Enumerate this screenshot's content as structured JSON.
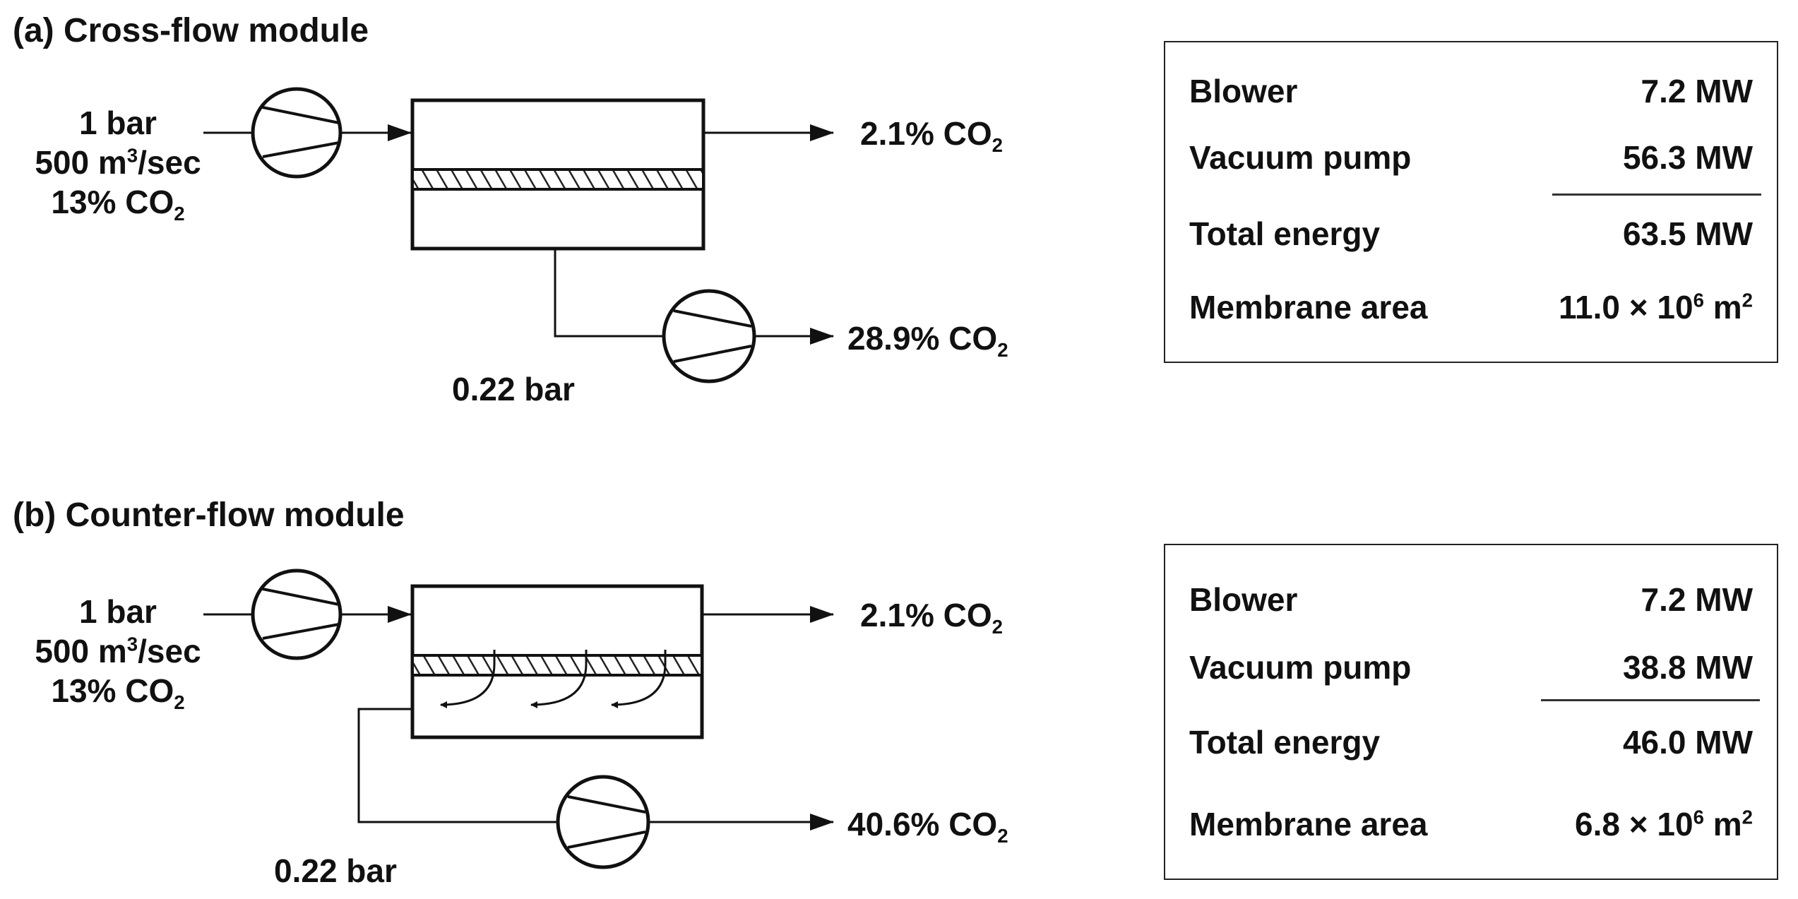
{
  "panels": [
    {
      "title": "(a)  Cross-flow module",
      "inlet": {
        "pressure": "1 bar",
        "flow_value": "500 m",
        "flow_sup": "3",
        "flow_unit": "/sec",
        "co2_value": "13% CO",
        "co2_sub": "2"
      },
      "retentate": {
        "value": "2.1% CO",
        "sub": "2"
      },
      "permeate": {
        "value": "28.9% CO",
        "sub": "2"
      },
      "vacuum_pressure": "0.22 bar",
      "table": {
        "blower_label": "Blower",
        "blower_value": "7.2 MW",
        "vacuum_label": "Vacuum pump",
        "vacuum_value": "56.3 MW",
        "total_label": "Total energy",
        "total_value": "63.5 MW",
        "area_label": "Membrane area",
        "area_value": "11.0 × 10",
        "area_exp": "6",
        "area_unit": " m",
        "area_unit_sup": "2"
      }
    },
    {
      "title": "(b)  Counter-flow module",
      "inlet": {
        "pressure": "1 bar",
        "flow_value": "500 m",
        "flow_sup": "3",
        "flow_unit": "/sec",
        "co2_value": "13% CO",
        "co2_sub": "2"
      },
      "retentate": {
        "value": "2.1% CO",
        "sub": "2"
      },
      "permeate": {
        "value": "40.6% CO",
        "sub": "2"
      },
      "vacuum_pressure": "0.22 bar",
      "table": {
        "blower_label": "Blower",
        "blower_value": "7.2 MW",
        "vacuum_label": "Vacuum pump",
        "vacuum_value": "38.8 MW",
        "total_label": "Total energy",
        "total_value": "46.0 MW",
        "area_label": "Membrane area",
        "area_value": "6.8 × 10",
        "area_exp": "6",
        "area_unit": " m",
        "area_unit_sup": "2"
      }
    }
  ]
}
